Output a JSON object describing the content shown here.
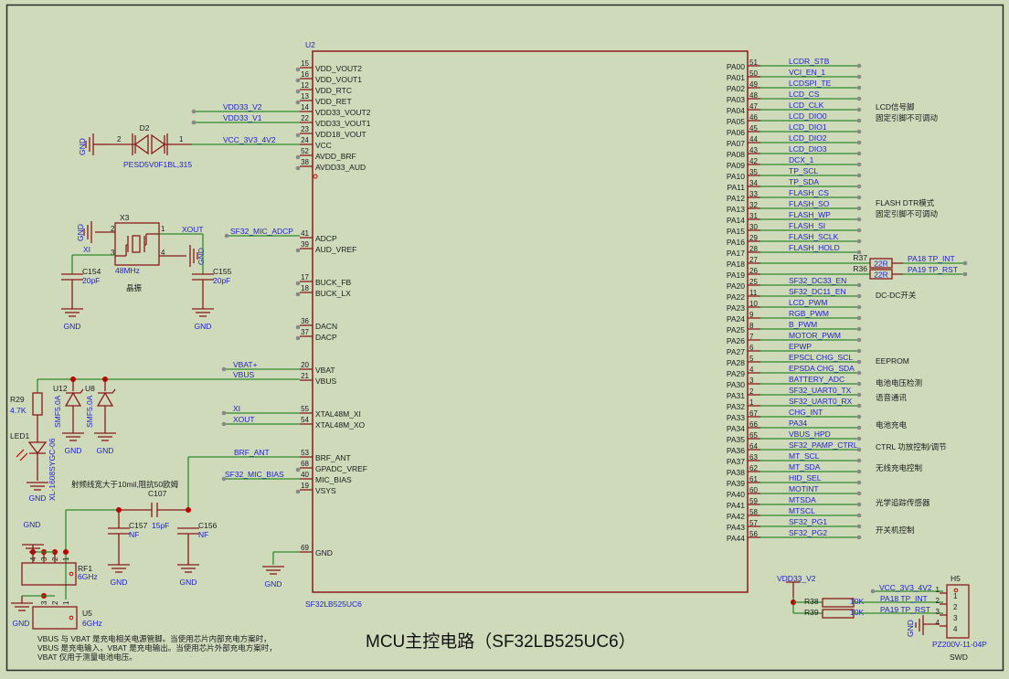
{
  "title": "MCU主控电路（SF32LB525UC6）",
  "colors": {
    "background": "#cfdabb",
    "frame": "#2a2a2a",
    "component": "#8b1a1a",
    "wire": "#2e8b2e",
    "net_label": "#2222c8",
    "text": "#1a1a1a",
    "junction": "#c00000",
    "pin_end": "#888888"
  },
  "mcu": {
    "ref": "U2",
    "part": "SF32LB525UC6",
    "left_pins": [
      {
        "num": "15",
        "name": "VDD_VOUT2",
        "net": ""
      },
      {
        "num": "16",
        "name": "VDD_VOUT1",
        "net": ""
      },
      {
        "num": "12",
        "name": "VDD_RTC",
        "net": ""
      },
      {
        "num": "13",
        "name": "VDD_RET",
        "net": ""
      },
      {
        "num": "14",
        "name": "VDD33_VOUT2",
        "net": "VDD33_V2"
      },
      {
        "num": "22",
        "name": "VDD33_VOUT1",
        "net": "VDD33_V1"
      },
      {
        "num": "23",
        "name": "VDD18_VOUT",
        "net": ""
      },
      {
        "num": "24",
        "name": "VCC",
        "net": "VCC_3V3_4V2"
      },
      {
        "num": "52",
        "name": "AVDD_BRF",
        "net": ""
      },
      {
        "num": "38",
        "name": "AVDD33_AUD",
        "net": ""
      },
      {
        "num": "41",
        "name": "ADCP",
        "net": "SF32_MIC_ADCP"
      },
      {
        "num": "39",
        "name": "AUD_VREF",
        "net": ""
      },
      {
        "num": "17",
        "name": "BUCK_FB",
        "net": ""
      },
      {
        "num": "18",
        "name": "BUCK_LX",
        "net": ""
      },
      {
        "num": "36",
        "name": "DACN",
        "net": ""
      },
      {
        "num": "37",
        "name": "DACP",
        "net": ""
      },
      {
        "num": "20",
        "name": "VBAT",
        "net": "VBAT+"
      },
      {
        "num": "21",
        "name": "VBUS",
        "net": "VBUS"
      },
      {
        "num": "55",
        "name": "XTAL48M_XI",
        "net": "XI"
      },
      {
        "num": "54",
        "name": "XTAL48M_XO",
        "net": "XOUT"
      },
      {
        "num": "53",
        "name": "BRF_ANT",
        "net": "BRF_ANT"
      },
      {
        "num": "68",
        "name": "GPADC_VREF",
        "net": ""
      },
      {
        "num": "40",
        "name": "MIC_BIAS",
        "net": "SF32_MIC_BIAS"
      },
      {
        "num": "19",
        "name": "VSYS",
        "net": ""
      },
      {
        "num": "69",
        "name": "GND",
        "net": ""
      }
    ],
    "right_pins": [
      {
        "num": "51",
        "name": "PA00",
        "net": "LCDR_STB"
      },
      {
        "num": "50",
        "name": "PA01",
        "net": "VCI_EN_1"
      },
      {
        "num": "49",
        "name": "PA02",
        "net": "LCDSPI_TE"
      },
      {
        "num": "48",
        "name": "PA03",
        "net": "LCD_CS"
      },
      {
        "num": "47",
        "name": "PA04",
        "net": "LCD_CLK"
      },
      {
        "num": "46",
        "name": "PA05",
        "net": "LCD_DIO0"
      },
      {
        "num": "45",
        "name": "PA06",
        "net": "LCD_DIO1"
      },
      {
        "num": "44",
        "name": "PA07",
        "net": "LCD_DIO2"
      },
      {
        "num": "43",
        "name": "PA08",
        "net": "LCD_DIO3"
      },
      {
        "num": "42",
        "name": "PA09",
        "net": "DCX_1"
      },
      {
        "num": "35",
        "name": "PA10",
        "net": "TP_SCL"
      },
      {
        "num": "34",
        "name": "PA11",
        "net": "TP_SDA"
      },
      {
        "num": "33",
        "name": "PA12",
        "net": "FLASH_CS"
      },
      {
        "num": "32",
        "name": "PA13",
        "net": "FLASH_SO"
      },
      {
        "num": "31",
        "name": "PA14",
        "net": "FLASH_WP"
      },
      {
        "num": "30",
        "name": "PA15",
        "net": "FLASH_SI"
      },
      {
        "num": "29",
        "name": "PA16",
        "net": "FLASH_SCLK"
      },
      {
        "num": "28",
        "name": "PA17",
        "net": "FLASH_HOLD"
      },
      {
        "num": "27",
        "name": "PA18",
        "net": ""
      },
      {
        "num": "26",
        "name": "PA19",
        "net": ""
      },
      {
        "num": "25",
        "name": "PA20",
        "net": "SF32_DC33_EN"
      },
      {
        "num": "11",
        "name": "PA22",
        "net": "SF32_DC11_EN"
      },
      {
        "num": "10",
        "name": "PA23",
        "net": "LCD_PWM"
      },
      {
        "num": "9",
        "name": "PA24",
        "net": "RGB_PWM"
      },
      {
        "num": "8",
        "name": "PA25",
        "net": "B_PWM"
      },
      {
        "num": "7",
        "name": "PA26",
        "net": "MOTOR_PWM"
      },
      {
        "num": "6",
        "name": "PA27",
        "net": "EPWP"
      },
      {
        "num": "5",
        "name": "PA28",
        "net": "EPSCL   CHG_SCL"
      },
      {
        "num": "4",
        "name": "PA29",
        "net": "EPSDA   CHG_SDA"
      },
      {
        "num": "3",
        "name": "PA30",
        "net": "BATTERY_ADC"
      },
      {
        "num": "2",
        "name": "PA31",
        "net": "SF32_UART0_TX"
      },
      {
        "num": "1",
        "name": "PA32",
        "net": "SF32_UART0_RX"
      },
      {
        "num": "67",
        "name": "PA33",
        "net": "CHG_INT"
      },
      {
        "num": "66",
        "name": "PA34",
        "net": "PA34"
      },
      {
        "num": "65",
        "name": "PA35",
        "net": "VBUS_HPD"
      },
      {
        "num": "64",
        "name": "PA36",
        "net": "SF32_PAMP_CTRL"
      },
      {
        "num": "63",
        "name": "PA37",
        "net": "MT_SCL"
      },
      {
        "num": "62",
        "name": "PA38",
        "net": "MT_SDA"
      },
      {
        "num": "61",
        "name": "PA39",
        "net": "HID_SEL"
      },
      {
        "num": "60",
        "name": "PA40",
        "net": "MOTINT"
      },
      {
        "num": "59",
        "name": "PA41",
        "net": "MTSDA"
      },
      {
        "num": "58",
        "name": "PA42",
        "net": "MTSCL"
      },
      {
        "num": "57",
        "name": "PA43",
        "net": "SF32_PG1"
      },
      {
        "num": "56",
        "name": "PA44",
        "net": "SF32_PG2"
      }
    ]
  },
  "series_resistors": [
    {
      "ref": "R37",
      "value": "22R",
      "net": "PA18  TP_INT"
    },
    {
      "ref": "R36",
      "value": "22R",
      "net": "PA19  TP_RST"
    }
  ],
  "right_annotations": [
    {
      "lines": [
        "LCD信号脚",
        "固定引脚不可调动"
      ]
    },
    {
      "lines": [
        "FLASH DTR模式",
        "固定引脚不可调动"
      ]
    },
    {
      "lines": [
        "DC-DC开关"
      ]
    },
    {
      "lines": [
        "EEPROM"
      ]
    },
    {
      "lines": [
        "电池电压检测"
      ]
    },
    {
      "lines": [
        "语音通讯"
      ]
    },
    {
      "lines": [
        "电池充电"
      ]
    },
    {
      "lines": [
        "CTRL 功放控制/调节"
      ]
    },
    {
      "lines": [
        "无线充电控制"
      ]
    },
    {
      "lines": [
        "光学追踪传感器"
      ]
    },
    {
      "lines": [
        "开关机控制"
      ]
    }
  ],
  "power_nets": {
    "vdd33_v2": "VDD33_V2",
    "vdd33_v1": "VDD33_V1",
    "vcc": "VCC_3V3_4V2",
    "gnd": "GND"
  },
  "d2": {
    "ref": "D2",
    "part": "PESD5V0F1BL,315",
    "pin_a": "2",
    "pin_b": "1"
  },
  "crystal": {
    "ref": "X3",
    "value": "48MHz",
    "label": "晶振",
    "pins": [
      "1",
      "2",
      "3",
      "4"
    ],
    "net_xi": "XI",
    "net_xout": "XOUT",
    "c1": {
      "ref": "C154",
      "value": "20pF"
    },
    "c2": {
      "ref": "C155",
      "value": "20pF"
    }
  },
  "vbus_circuit": {
    "r29": {
      "ref": "R29",
      "value": "4.7K"
    },
    "led": {
      "ref": "LED1",
      "part": "XL-1608SYGC-06"
    },
    "tvs1": {
      "ref": "U12",
      "part": "SMF5.0A"
    },
    "tvs2": {
      "ref": "U8",
      "part": "SMF5.0A"
    }
  },
  "rf": {
    "note": "射频线宽大于10mil,阻抗50欧姆",
    "c107": {
      "ref": "C107",
      "value": ""
    },
    "c157": {
      "ref": "C157",
      "value": "NF",
      "extra": "15pF"
    },
    "c156": {
      "ref": "C156",
      "value": "NF"
    },
    "rf1": {
      "ref": "RF1",
      "value": "6GHz",
      "pins": [
        "4",
        "3",
        "2",
        "1"
      ]
    },
    "u5": {
      "ref": "U5",
      "value": "6GHz",
      "pins": [
        "3",
        "2",
        "1"
      ]
    }
  },
  "bottom_note": [
    "VBUS 与 VBAT 是充电相关电源管脚。当使用芯片内部充电方案时，",
    "VBUS 是充电输入，VBAT 是充电输出。当使用芯片外部充电方案时，",
    "VBAT 仅用于测量电池电压。"
  ],
  "swd": {
    "ref": "H5",
    "part": "PZ200V-11-04P",
    "label": "SWD",
    "supply": "VDD33_V2",
    "r38": {
      "ref": "R38",
      "value": "10K"
    },
    "r39": {
      "ref": "R39",
      "value": "10K"
    },
    "pins": [
      {
        "num": "1",
        "net": "VCC_3V3_4V2"
      },
      {
        "num": "2",
        "net": "PA18  TP_INT"
      },
      {
        "num": "3",
        "net": "PA19  TP_RST"
      },
      {
        "num": "4",
        "net": "GND"
      }
    ]
  }
}
